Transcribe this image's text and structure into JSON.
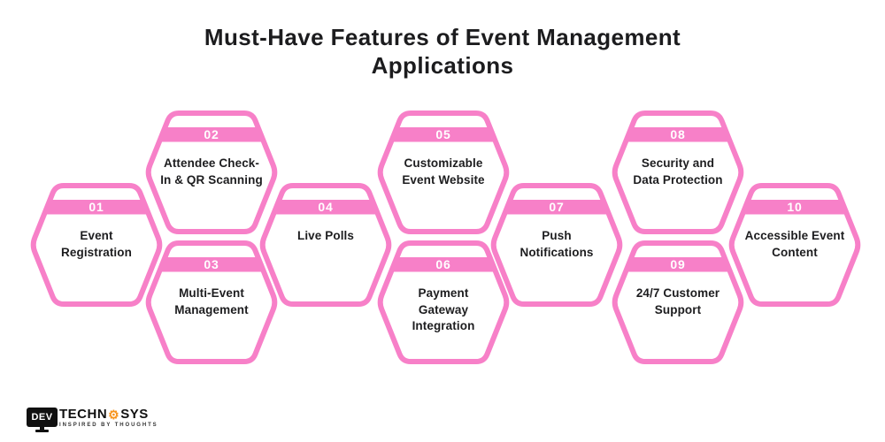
{
  "title": {
    "line1": "Must-Have Features of Event Management",
    "line2": "Applications",
    "full": "Must-Have Features of Event Management Applications"
  },
  "colors": {
    "pink": "#F780C8",
    "number_text": "#FFFFFF",
    "label_text": "#1D1D1F",
    "logo_orange": "#F7941D",
    "logo_dark": "#101010"
  },
  "features": [
    {
      "id": "01",
      "number": "01",
      "label": "Event Registration",
      "lines": [
        "Event",
        "Registration"
      ]
    },
    {
      "id": "02",
      "number": "02",
      "label": "Attendee Check-In & QR Scanning",
      "lines": [
        "Attendee Check-",
        "In & QR Scanning"
      ]
    },
    {
      "id": "03",
      "number": "03",
      "label": "Multi-Event Management",
      "lines": [
        "Multi-Event",
        "Management"
      ]
    },
    {
      "id": "04",
      "number": "04",
      "label": "Live Polls",
      "lines": [
        "Live Polls"
      ]
    },
    {
      "id": "05",
      "number": "05",
      "label": "Customizable Event Website",
      "lines": [
        "Customizable",
        "Event Website"
      ]
    },
    {
      "id": "06",
      "number": "06",
      "label": "Payment Gateway Integration",
      "lines": [
        "Payment",
        "Gateway",
        "Integration"
      ]
    },
    {
      "id": "07",
      "number": "07",
      "label": "Push Notifications",
      "lines": [
        "Push",
        "Notifications"
      ]
    },
    {
      "id": "08",
      "number": "08",
      "label": "Security and Data Protection",
      "lines": [
        "Security and",
        "Data Protection"
      ]
    },
    {
      "id": "09",
      "number": "09",
      "label": "24/7 Customer Support",
      "lines": [
        "24/7 Customer",
        "Support"
      ]
    },
    {
      "id": "10",
      "number": "10",
      "label": "Accessible Event Content",
      "lines": [
        "Accessible Event",
        "Content"
      ]
    }
  ],
  "logo": {
    "monitor_text": "DEV",
    "brand_part1": "TECHN",
    "gear_icon": "gear-icon",
    "brand_part2": "SYS",
    "tagline": "INSPIRED BY THOUGHTS"
  }
}
